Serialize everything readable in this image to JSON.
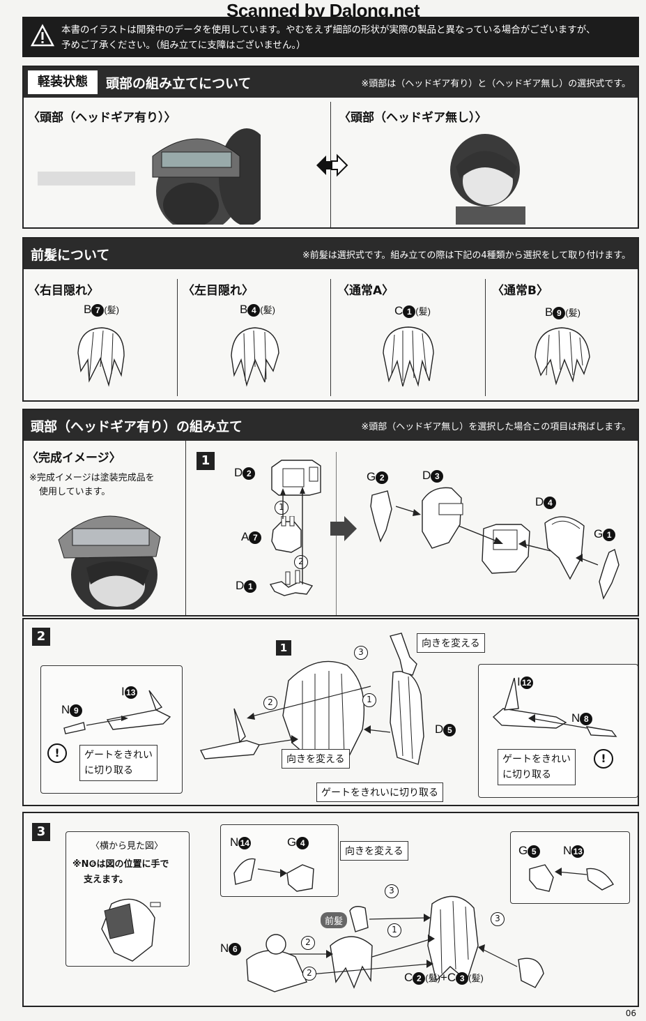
{
  "watermark": "Scanned by Dalong.net",
  "notice": {
    "line1": "本書のイラストは開発中のデータを使用しています。やむをえず細部の形状が実際の製品と異なっている場合がございますが、",
    "line2": "予めご了承ください。（組み立てに支障はございません。）"
  },
  "sec_head": {
    "tag": "軽装状態",
    "title": "頭部の組み立てについて",
    "note": "※頭部は（ヘッドギア有り）と（ヘッドギア無し）の選択式です。",
    "with_gear": "〈頭部（ヘッドギア有り）〉",
    "without_gear": "〈頭部（ヘッドギア無し）〉"
  },
  "sec_bangs": {
    "title": "前髪について",
    "note": "※前髪は選択式です。組み立ての際は下記の4種類から選択をして取り付けます。",
    "items": [
      {
        "label": "〈右目隠れ〉",
        "runner": "B",
        "num": "7",
        "suffix": "(髪)"
      },
      {
        "label": "〈左目隠れ〉",
        "runner": "B",
        "num": "4",
        "suffix": "(髪)"
      },
      {
        "label": "〈通常A〉",
        "runner": "C",
        "num": "1",
        "suffix": "(髪)"
      },
      {
        "label": "〈通常B〉",
        "runner": "B",
        "num": "9",
        "suffix": "(髪)"
      }
    ]
  },
  "sec_assembly": {
    "title": "頭部（ヘッドギア有り）の組み立て",
    "note": "※頭部（ヘッドギア無し）を選択した場合この項目は飛ばします。",
    "complete_label": "〈完成イメージ〉",
    "complete_note1": "※完成イメージは塗装完成品を",
    "complete_note2": "使用しています。"
  },
  "step1": {
    "no": "1",
    "parts": {
      "d2": {
        "runner": "D",
        "num": "2"
      },
      "a7": {
        "runner": "A",
        "num": "7"
      },
      "d1": {
        "runner": "D",
        "num": "1"
      },
      "g2": {
        "runner": "G",
        "num": "2"
      },
      "d3": {
        "runner": "D",
        "num": "3"
      },
      "d4": {
        "runner": "D",
        "num": "4"
      },
      "g1": {
        "runner": "G",
        "num": "1"
      }
    },
    "order1": "1",
    "order2": "2"
  },
  "step2": {
    "no": "2",
    "ref": "1",
    "callout_rotate1": "向きを変える",
    "callout_rotate2": "向きを変える",
    "callout_gate_left1": "ゲートをきれい",
    "callout_gate_left2": "に切り取る",
    "callout_gate_right1": "ゲートをきれい",
    "callout_gate_right2": "に切り取る",
    "callout_gate_mid": "ゲートをきれいに切り取る",
    "parts": {
      "n9": {
        "runner": "N",
        "num": "9"
      },
      "i13": {
        "runner": "I",
        "num": "13"
      },
      "i12": {
        "runner": "I",
        "num": "12"
      },
      "n8": {
        "runner": "N",
        "num": "8"
      },
      "d5": {
        "runner": "D",
        "num": "5"
      }
    },
    "order1": "1",
    "order2": "2",
    "order3": "3",
    "warn": "!"
  },
  "step3": {
    "no": "3",
    "side_title": "〈横から見た図〉",
    "side_note1": "※N❻は図の位置に手で",
    "side_note2": "支えます。",
    "callout_rotate": "向きを変える",
    "bangs_badge": "前髪",
    "parts": {
      "n14": {
        "runner": "N",
        "num": "14"
      },
      "g4": {
        "runner": "G",
        "num": "4"
      },
      "g5": {
        "runner": "G",
        "num": "5"
      },
      "n13": {
        "runner": "N",
        "num": "13"
      },
      "n6": {
        "runner": "N",
        "num": "6"
      }
    },
    "bottom_formula": {
      "a_runner": "C",
      "a_num": "2",
      "a_suffix": "(髪)",
      "plus": "+",
      "b_runner": "C",
      "b_num": "3",
      "b_suffix": "(髪)"
    },
    "order1": "1",
    "order2": "2",
    "order3": "3"
  },
  "page_number": "06"
}
